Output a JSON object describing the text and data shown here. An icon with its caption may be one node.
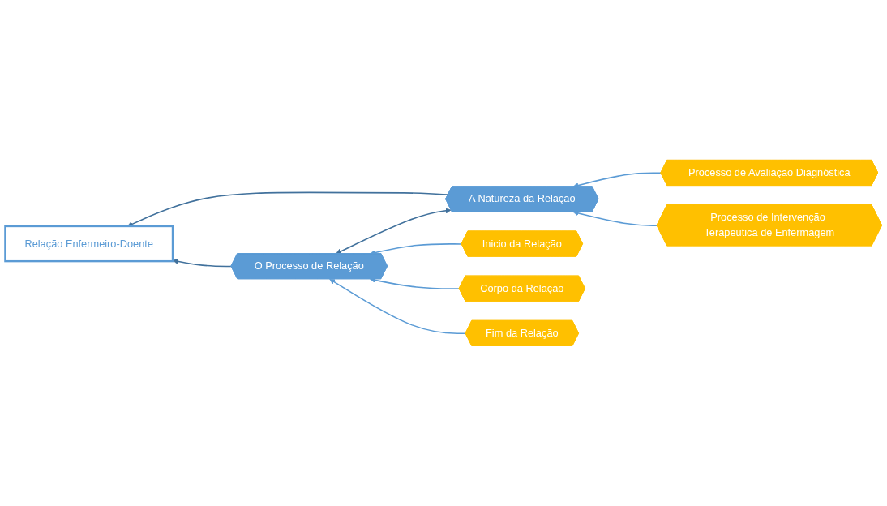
{
  "diagram": {
    "nodes": [
      {
        "text": [
          "Relação Enfermeiro-Doente"
        ]
      },
      {
        "text": [
          "A Natureza da Relação"
        ]
      },
      {
        "text": [
          "O Processo de Relação"
        ]
      },
      {
        "text": [
          "Processo de Avaliação Diagnóstica"
        ]
      },
      {
        "text": [
          "Processo de Intervenção Terapeutica de Enfermagem"
        ]
      },
      {
        "text": [
          "Inicio da Relação"
        ]
      },
      {
        "text": [
          "Corpo da Relação"
        ]
      },
      {
        "text": [
          "Fim da Relação"
        ]
      }
    ],
    "edges": [
      {
        "from": 1,
        "to": 0,
        "arrow": "to",
        "color": "#41719c"
      },
      {
        "from": 2,
        "to": 0,
        "arrow": "to",
        "color": "#41719c"
      },
      {
        "from": 1,
        "to": 2,
        "arrow": "both",
        "color": "#41719c"
      },
      {
        "from": 3,
        "to": 1,
        "arrow": "to"
      },
      {
        "from": 4,
        "to": 1,
        "arrow": "to"
      },
      {
        "from": 5,
        "to": 2,
        "arrow": "to"
      },
      {
        "from": 6,
        "to": 2,
        "arrow": "to"
      },
      {
        "from": 7,
        "to": 2,
        "arrow": "to"
      }
    ]
  }
}
